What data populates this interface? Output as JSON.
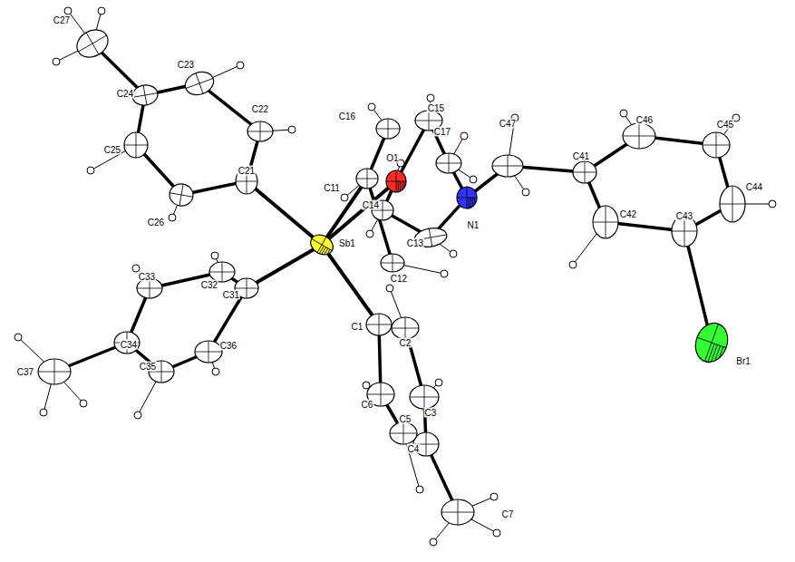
{
  "diagram": {
    "labels": [
      "C27",
      "C23",
      "C24",
      "C22",
      "C25",
      "C16",
      "C15",
      "C17",
      "C21",
      "C11",
      "O1",
      "C47",
      "C41",
      "C46",
      "C45",
      "C44",
      "C26",
      "C14",
      "N1",
      "C42",
      "C43",
      "Sb1",
      "C13",
      "C12",
      "C33",
      "C32",
      "C31",
      "C36",
      "C1",
      "C2",
      "C34",
      "C37",
      "C35",
      "C6",
      "C3",
      "C5",
      "C4",
      "C7",
      "Br1"
    ]
  }
}
